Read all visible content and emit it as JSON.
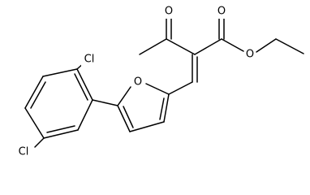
{
  "structure": {
    "atoms": [
      {
        "id": "cl_top",
        "label": "Cl"
      },
      {
        "id": "cl_bottom",
        "label": "Cl"
      },
      {
        "id": "o_furan",
        "label": "O"
      },
      {
        "id": "o_ketone",
        "label": "O"
      },
      {
        "id": "o_ester_carbonyl",
        "label": "O"
      },
      {
        "id": "o_ester",
        "label": "O"
      }
    ]
  }
}
